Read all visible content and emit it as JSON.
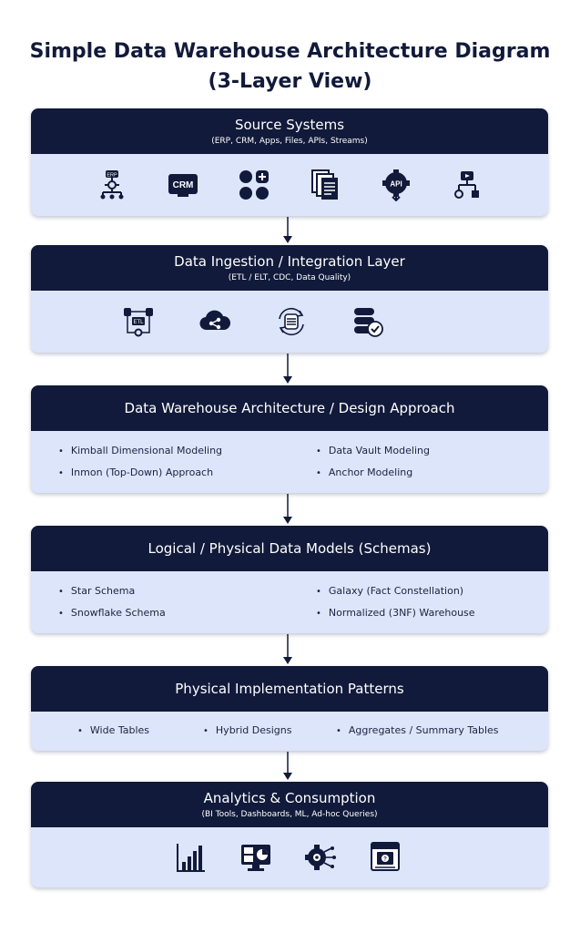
{
  "title": {
    "line1": "Simple Data Warehouse Architecture Diagram",
    "line2": "(3-Layer View)"
  },
  "layers": [
    {
      "title": "Source Systems",
      "subtitle": "(ERP, CRM, Apps, Files, APIs, Streams)",
      "icons": [
        "erp-icon",
        "crm-icon",
        "apps-icon",
        "files-icon",
        "api-icon",
        "streams-icon"
      ],
      "icon_labels": {
        "erp": "ERP",
        "crm": "CRM",
        "api": "API"
      }
    },
    {
      "title": "Data Ingestion / Integration Layer",
      "subtitle": "(ETL / ELT, CDC, Data Quality)",
      "icons": [
        "etl-icon",
        "cloud-share-icon",
        "sync-database-icon",
        "database-check-icon"
      ],
      "icon_labels": {
        "etl": "ETL"
      }
    },
    {
      "title": "Data Warehouse Architecture / Design Approach",
      "items": [
        "Kimball Dimensional Modeling",
        "Data Vault Modeling",
        "Inmon (Top-Down) Approach",
        "Anchor Modeling"
      ]
    },
    {
      "title": "Logical / Physical Data Models (Schemas)",
      "items": [
        "Star Schema",
        "Galaxy (Fact Constellation)",
        "Snowflake Schema",
        "Normalized (3NF) Warehouse"
      ]
    },
    {
      "title": "Physical Implementation Patterns",
      "items": [
        "Wide Tables",
        "Hybrid Designs",
        "Aggregates / Summary Tables"
      ]
    },
    {
      "title": "Analytics & Consumption",
      "subtitle": "(BI Tools, Dashboards, ML, Ad-hoc Queries)",
      "icons": [
        "bar-chart-icon",
        "dashboard-icon",
        "ml-gear-icon",
        "report-icon"
      ]
    }
  ],
  "colors": {
    "header_bg": "#111a3a",
    "card_bg": "#dde5fb",
    "text": "#111a3a",
    "arrow": "#111a3a"
  }
}
